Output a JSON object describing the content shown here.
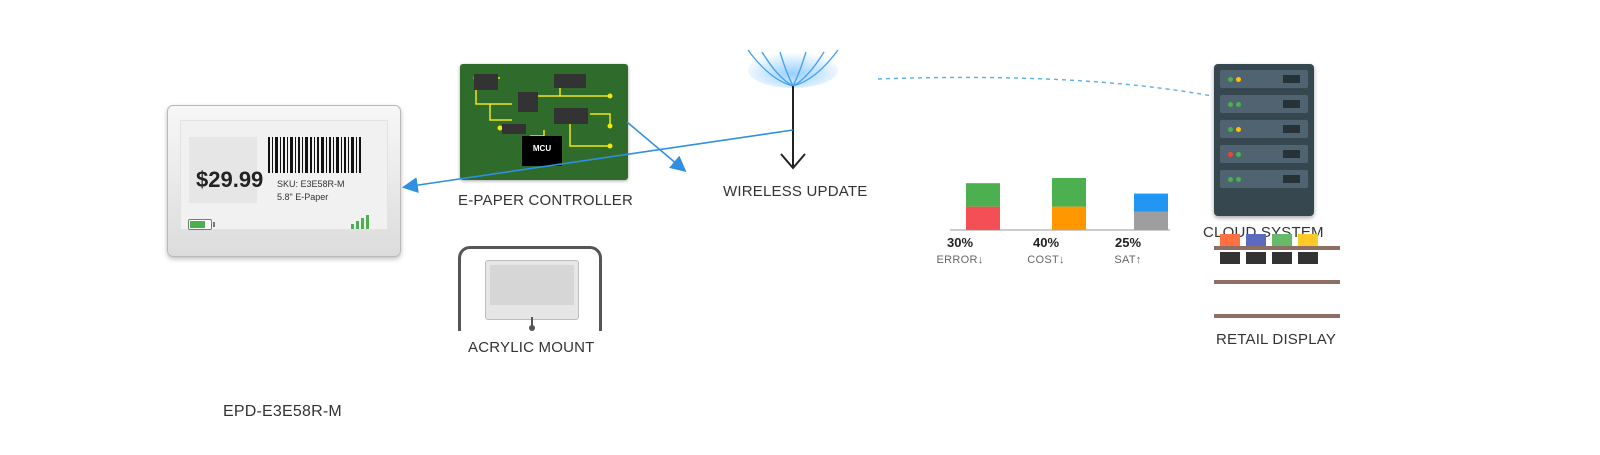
{
  "tag": {
    "price": "$29.99",
    "sku": "SKU: E3E58R-M",
    "size": "5.8\" E-Paper",
    "battery_level": 0.75,
    "signal_bars": 4,
    "colors": {
      "battery": "#4caf50",
      "signal": "#4caf50"
    }
  },
  "labels": {
    "controller": "E-PAPER CONTROLLER",
    "wireless": "WIRELESS UPDATE",
    "cloud": "CLOUD SYSTEM",
    "mount": "ACRYLIC MOUNT",
    "retail": "RETAIL DISPLAY",
    "model": "EPD-E3E58R-M"
  },
  "pcb": {
    "chip_label": "MCU",
    "colors": {
      "board": "#2f6b2a",
      "trace": "#f2e60f",
      "chip": "#333333"
    }
  },
  "arrows": {
    "color": "#2f8fe0"
  },
  "chart_data": {
    "type": "bar",
    "categories": [
      "ERROR↓",
      "COST↓",
      "SAT↑"
    ],
    "values_text": [
      "30%",
      "40%",
      "25%"
    ],
    "series": [
      {
        "values": [
          0.45,
          0.45,
          0.35
        ],
        "colors": [
          "#f44f54",
          "#ff9800",
          "#9e9e9e"
        ]
      },
      {
        "values": [
          0.45,
          0.55,
          0.35
        ],
        "colors": [
          "#4caf50",
          "#4caf50",
          "#2196f3"
        ]
      }
    ]
  },
  "server": {
    "led_colors": [
      [
        "#4caf50",
        "#ffc107"
      ],
      [
        "#4caf50",
        "#4caf50"
      ],
      [
        "#4caf50",
        "#ffc107"
      ],
      [
        "#f44336",
        "#4caf50"
      ],
      [
        "#4caf50",
        "#4caf50"
      ]
    ]
  },
  "retail": {
    "box_colors": [
      "#ff7043",
      "#5c6bc0",
      "#66bb6a",
      "#ffca28"
    ]
  }
}
